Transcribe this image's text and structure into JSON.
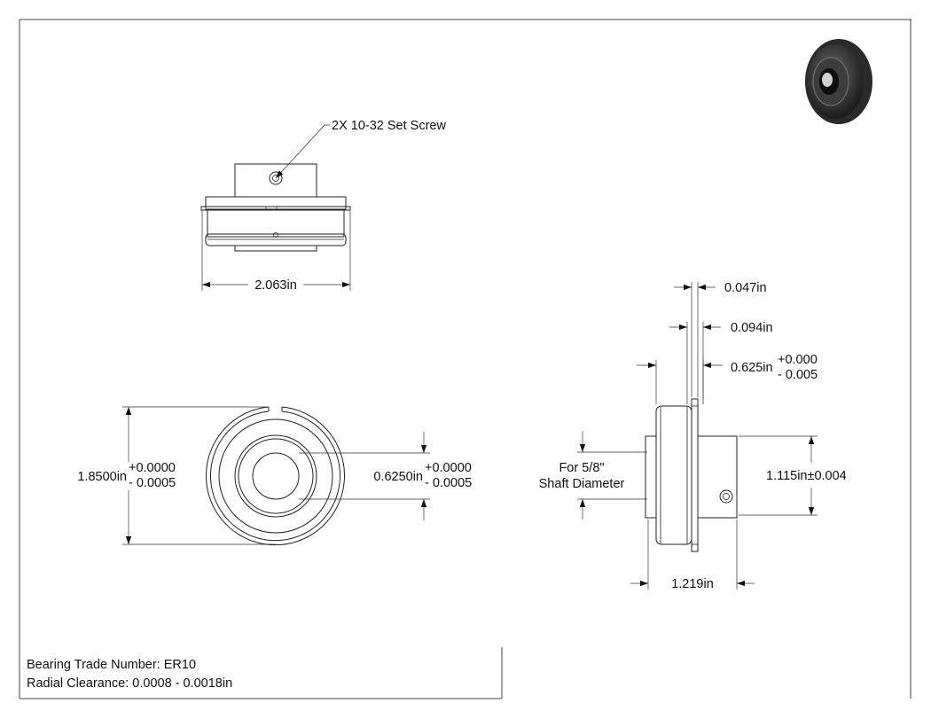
{
  "views": {
    "top": {
      "callout": "2X 10-32 Set Screw",
      "width": "2.063in"
    },
    "front": {
      "od": "1.8500in",
      "od_tol_plus": "+0.0000",
      "od_tol_minus": "- 0.0005",
      "bore": "0.6250in",
      "bore_tol_plus": "+0.0000",
      "bore_tol_minus": "- 0.0005"
    },
    "side": {
      "flange_thk": "0.047in",
      "flange_width": "0.094in",
      "ring_width": "0.625in",
      "ring_tol_plus": "+0.000",
      "ring_tol_minus": "- 0.005",
      "shaft_note_line1": "For 5/8\"",
      "shaft_note_line2": "Shaft Diameter",
      "collar_od": "1.115in±0.004",
      "overall_width": "1.219in"
    }
  },
  "title_block": {
    "trade_number": "Bearing Trade Number: ER10",
    "radial_clearance": "Radial Clearance: 0.0008 - 0.0018in"
  },
  "thumbnail": {
    "icon": "bearing-3d-thumbnail-icon"
  }
}
